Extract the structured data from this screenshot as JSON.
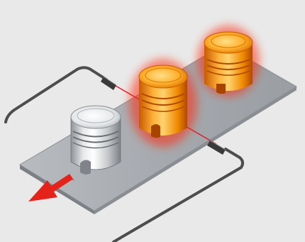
{
  "diagram": {
    "subject": "piston-inspection-conveyor",
    "items": [
      {
        "id": "piston-cool",
        "state": "normal",
        "color": "#c8c8c8"
      },
      {
        "id": "piston-hot-front",
        "state": "heated",
        "color": "#f08a00"
      },
      {
        "id": "piston-hot-back",
        "state": "heated",
        "color": "#f08a00"
      }
    ],
    "sensor_beam_color": "#e0202a",
    "arrow_color": "#e5231b",
    "plate_color": "#9a9ea3",
    "cable_color": "#555555",
    "glow_color": "#ff2a10"
  }
}
